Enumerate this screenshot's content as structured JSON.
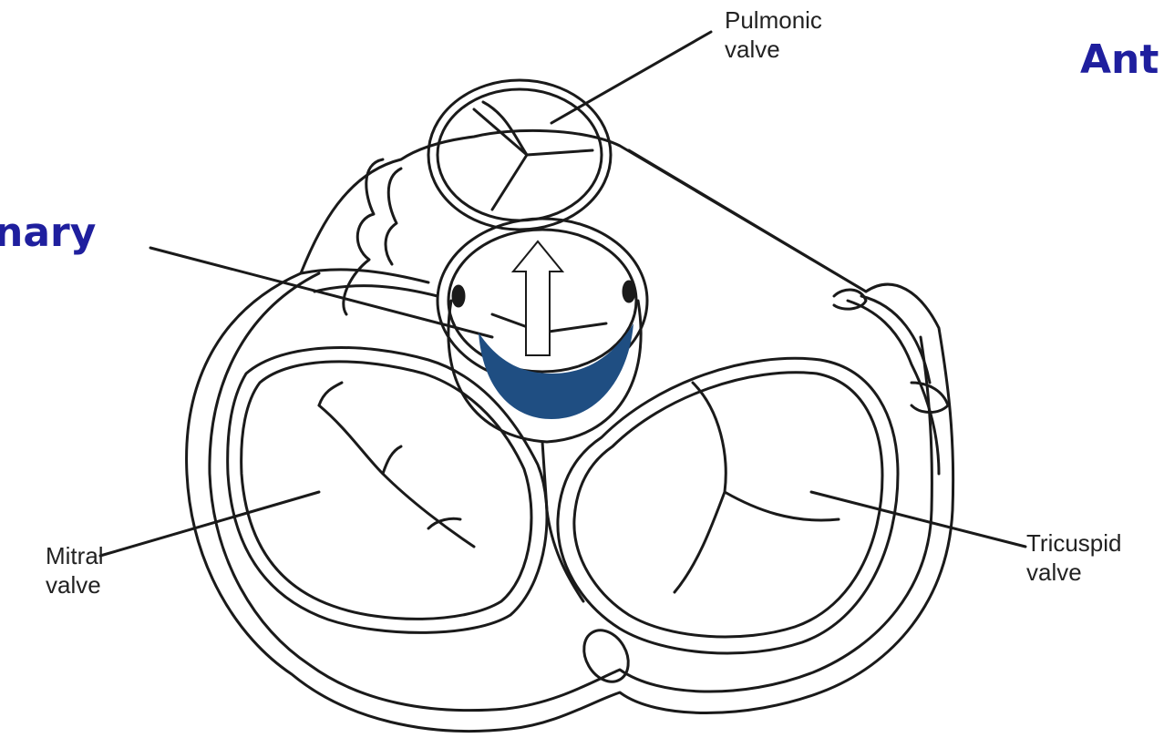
{
  "labels": {
    "pulmonic_line1": "Pulmonic",
    "pulmonic_line2": "valve",
    "mitral_line1": "Mitral",
    "mitral_line2": "valve",
    "tricuspid_line1": "Tricuspid",
    "tricuspid_line2": "valve"
  },
  "headings": {
    "left_cropped": "nary",
    "right_cropped": "Ant"
  },
  "colors": {
    "heading": "#1f1f9e",
    "crescent": "#1f4e82",
    "outline": "#1a1a1a"
  }
}
